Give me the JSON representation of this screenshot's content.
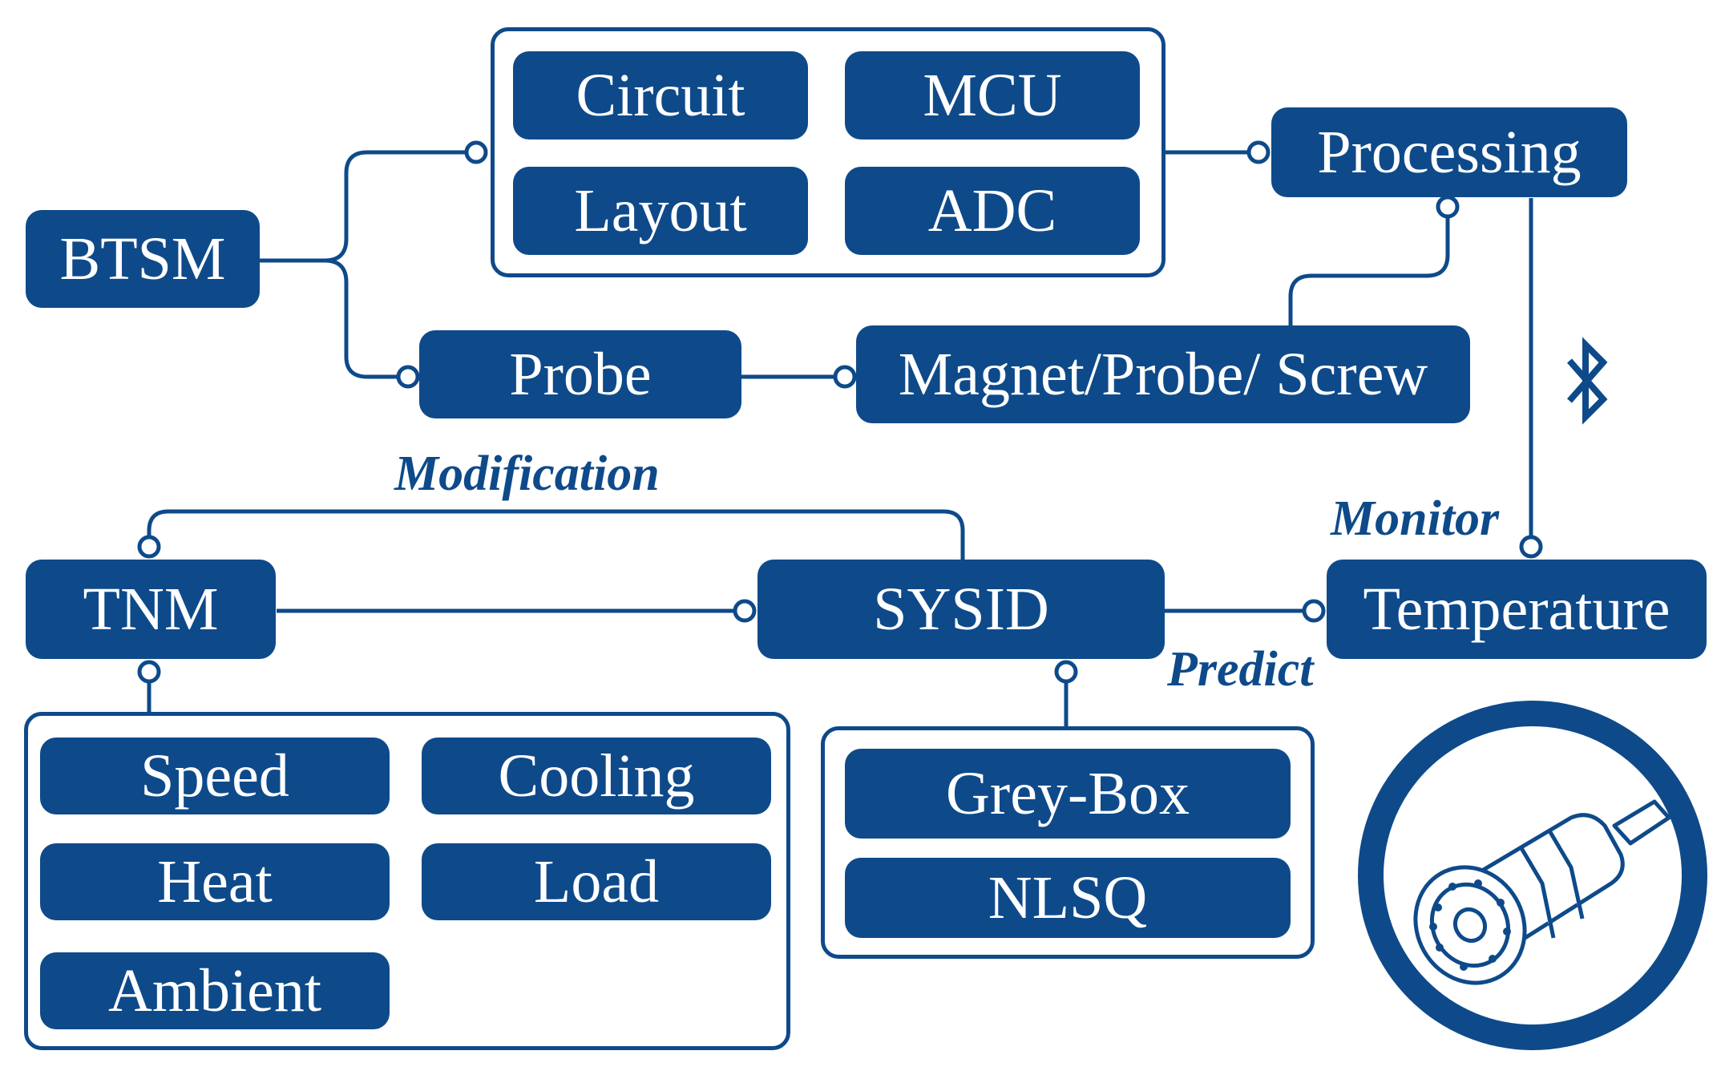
{
  "colors": {
    "primary": "#0e4a8a",
    "text_on_primary": "#ffffff",
    "background": "#ffffff"
  },
  "nodes": {
    "btsm": "BTSM",
    "circuit": "Circuit",
    "mcu": "MCU",
    "layout": "Layout",
    "adc": "ADC",
    "processing": "Processing",
    "probe": "Probe",
    "magnet_probe_screw": "Magnet/Probe/ Screw",
    "tnm": "TNM",
    "sysid": "SYSID",
    "temperature": "Temperature",
    "speed": "Speed",
    "cooling": "Cooling",
    "heat": "Heat",
    "load": "Load",
    "ambient": "Ambient",
    "grey_box": "Grey-Box",
    "nlsq": "NLSQ"
  },
  "edge_labels": {
    "modification": "Modification",
    "monitor": "Monitor",
    "predict": "Predict"
  },
  "icons": {
    "wireless": "bluetooth-icon",
    "emblem": "spindle-icon"
  }
}
